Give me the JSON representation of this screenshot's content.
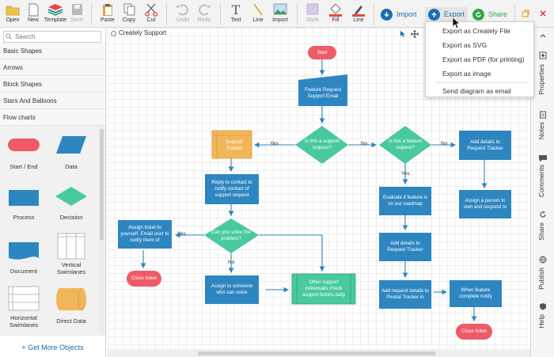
{
  "toolbar": {
    "buttons": [
      {
        "id": "open",
        "label": "Open",
        "icon": "folder-icon"
      },
      {
        "id": "new",
        "label": "New",
        "icon": "new-document-icon"
      },
      {
        "id": "template",
        "label": "Template",
        "icon": "layers-icon"
      },
      {
        "id": "save",
        "label": "Save",
        "icon": "save-icon"
      },
      {
        "id": "paste",
        "label": "Paste",
        "icon": "paste-icon"
      },
      {
        "id": "copy",
        "label": "Copy",
        "icon": "copy-icon"
      },
      {
        "id": "cut",
        "label": "Cut",
        "icon": "scissors-icon"
      },
      {
        "id": "undo",
        "label": "Undo",
        "icon": "undo-icon"
      },
      {
        "id": "redo",
        "label": "Redo",
        "icon": "redo-icon"
      },
      {
        "id": "text",
        "label": "Text",
        "icon": "text-icon"
      },
      {
        "id": "line",
        "label": "Line",
        "icon": "line-icon"
      },
      {
        "id": "import_img",
        "label": "Import",
        "icon": "image-icon"
      },
      {
        "id": "style",
        "label": "Style",
        "icon": "style-icon"
      },
      {
        "id": "fill",
        "label": "Fill",
        "icon": "paint-bucket-icon"
      },
      {
        "id": "line_color",
        "label": "Line",
        "icon": "pen-icon"
      }
    ],
    "import_label": "Import",
    "export_label": "Export",
    "share_label": "Share",
    "accent_color": "#1b6db5",
    "share_color": "#2fa84f"
  },
  "left_panel": {
    "search_placeholder": "Search",
    "categories": [
      "Basic Shapes",
      "Arrows",
      "Block Shapes",
      "Stars And Balloons",
      "Flow charts"
    ],
    "shapes": [
      "Start / End",
      "Data",
      "Process",
      "Decision",
      "Document",
      "Vertical Swimlanes",
      "Horizontal Swimlanes",
      "Direct Data"
    ],
    "more_label": "+ Get More Objects"
  },
  "document": {
    "tab_title": "Creately Support"
  },
  "export_menu": {
    "items": [
      "Export as Creately File",
      "Export as SVG",
      "Export as PDF (for printing)",
      "Export as image",
      "Send diagram as email"
    ]
  },
  "right_sidebar": {
    "tabs": [
      "Properties",
      "Notes",
      "Comments",
      "Share",
      "Publish",
      "Help"
    ]
  },
  "flowchart": {
    "start": "Start",
    "feature_request_email": "Feature Request Support Email",
    "is_support_request": "Is this a support request?",
    "is_feature_request": "Is this a feature request?",
    "add_details_tracker_1": "Add details to Request Tracker",
    "support_tracker": "Support Tracker",
    "reply_to_contact": "Reply to contact to notify contact of support request",
    "assign_to_person": "Assign a person to own and respond to",
    "evaluate_feature": "Evaluate if feature is on our roadmap",
    "can_you_solve": "Can you solve the problem?",
    "assign_ticket_yourself": "Assign ticket to yourself. Email user to notify them of",
    "close_ticket_1": "Close ticket",
    "assign_to_someone": "Assign to someone who can solve",
    "other_support": "Other support individuals check support tickets daily",
    "add_details_tracker_2": "Add details to Request Tracker",
    "add_to_pivotal": "Add request details to Pivotal Tracker in",
    "when_feature_complete": "When feature complete notify",
    "close_ticket_2": "Close ticket",
    "label_yes": "Yes",
    "label_no": "No",
    "color_terminal": "#ee5a66",
    "color_process": "#2e86c1",
    "color_decision": "#48c9a0",
    "color_tracker": "#f2b65a"
  }
}
